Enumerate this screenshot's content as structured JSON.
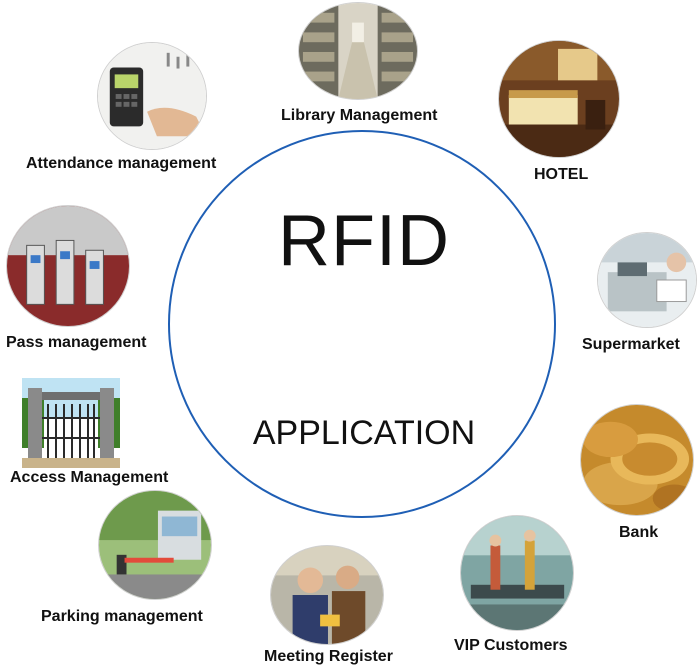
{
  "center": {
    "title": "RFID",
    "subtitle": "APPLICATION"
  },
  "applications": [
    {
      "label": "Library Management",
      "icon": "library-shelves-icon"
    },
    {
      "label": "HOTEL",
      "icon": "hotel-room-icon"
    },
    {
      "label": "Supermarket",
      "icon": "supermarket-checkout-icon"
    },
    {
      "label": "Bank",
      "icon": "coins-icon"
    },
    {
      "label": "VIP Customers",
      "icon": "gym-treadmill-icon"
    },
    {
      "label": "Meeting Register",
      "icon": "meeting-people-icon"
    },
    {
      "label": "Parking management",
      "icon": "parking-barrier-icon"
    },
    {
      "label": "Access Management",
      "icon": "gate-icon"
    },
    {
      "label": "Pass management",
      "icon": "turnstile-icon"
    },
    {
      "label": "Attendance management",
      "icon": "fingerprint-terminal-icon"
    }
  ]
}
